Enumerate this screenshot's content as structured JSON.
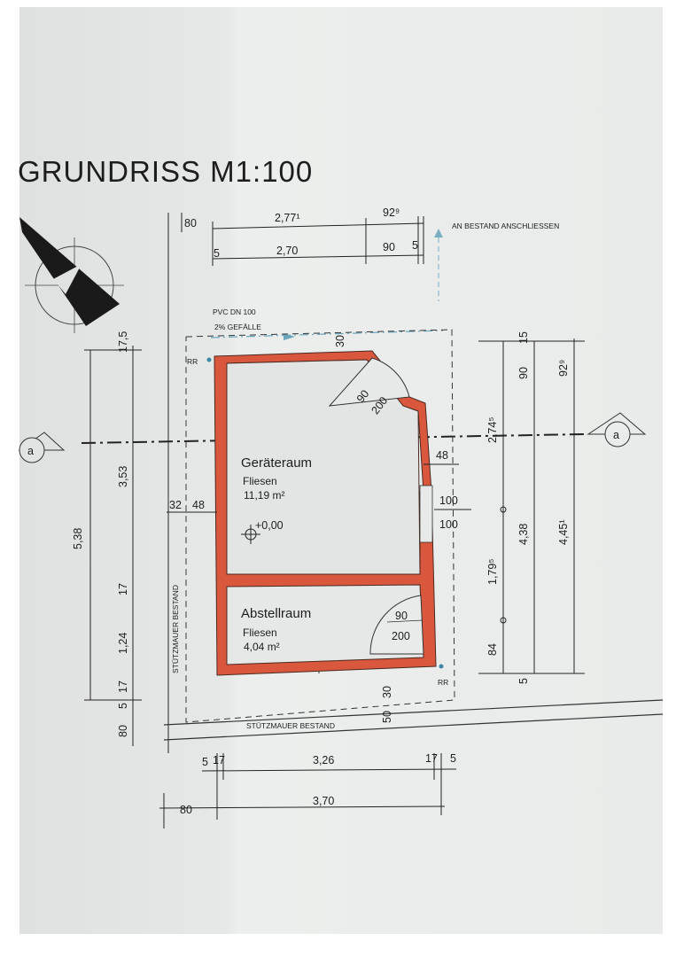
{
  "title": "GRUNDRISS M1:100",
  "colors": {
    "wall": "#d9573d",
    "paper": "#e8eaea",
    "ink": "#1d1d1d"
  },
  "top_dims": {
    "row1": [
      "80",
      "2,77¹",
      "92⁹"
    ],
    "row2": [
      "5",
      "2,70",
      "90",
      "5"
    ],
    "note": "AN BESTAND ANSCHLIESSEN"
  },
  "pipe": {
    "label1": "PVC DN 100",
    "label2": "2% GEFÄLLE"
  },
  "left_dims": {
    "outer": "5,38",
    "d1": "17,5",
    "d2": "3,53",
    "d3": "17",
    "d4": "1,24",
    "d5": "17",
    "d6": "5",
    "d7": "80",
    "h1": "32",
    "h2": "48"
  },
  "right_dims": {
    "r1": "2,74⁵",
    "r2": "1,79⁵",
    "r3": "84",
    "r4": "15",
    "r5": "90",
    "r6": "4,38",
    "r7": "5",
    "r8": "92⁹",
    "r9": "4,45¹"
  },
  "rooms": {
    "main": {
      "name": "Geräteraum",
      "floor": "Fliesen",
      "area": "11,19 m²",
      "level": "+0,00"
    },
    "store": {
      "name": "Abstellraum",
      "floor": "Fliesen",
      "area": "4,04 m²"
    }
  },
  "doors": {
    "main_w": "90",
    "main_h": "200",
    "store_w": "90",
    "store_h": "200"
  },
  "window": {
    "w1": "100",
    "w2": "100",
    "offset": "48"
  },
  "labels": {
    "rr_top": "RR",
    "rr_bottom": "RR",
    "retaining_wall_side": "STÜTZMAUER BESTAND",
    "retaining_wall_bottom": "STÜTZMAUER BESTAND",
    "section": "a",
    "section_r": "a",
    "d30a": "30",
    "d30b": "30",
    "d50": "50"
  },
  "bottom_dims": {
    "row1": [
      "5",
      "17",
      "3,26",
      "17",
      "5"
    ],
    "row2": [
      "80",
      "3,70"
    ]
  }
}
